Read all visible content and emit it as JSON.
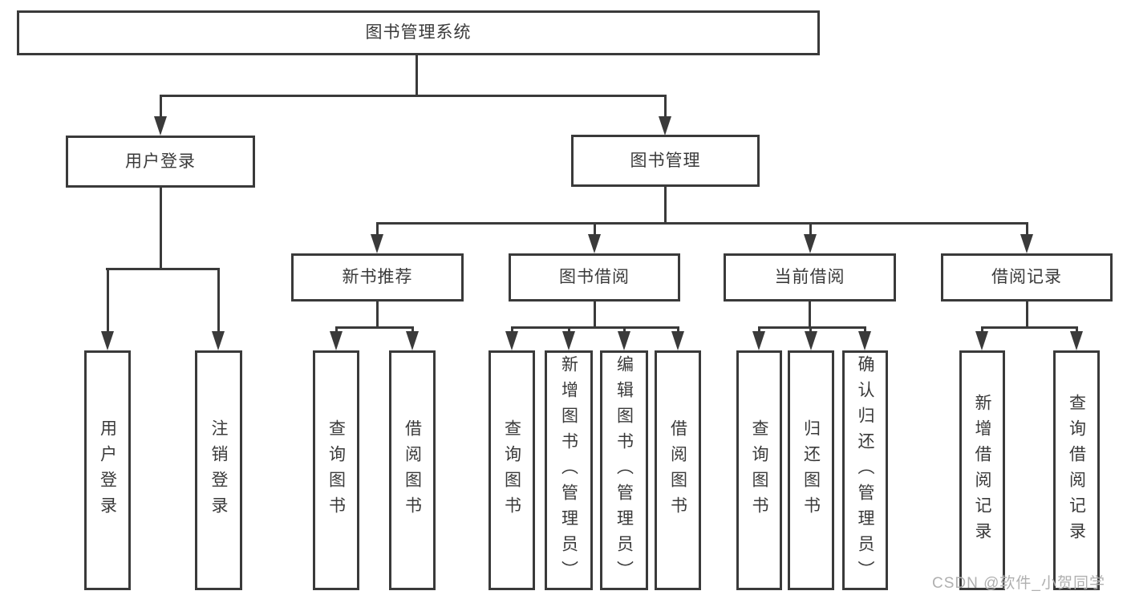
{
  "diagram": {
    "title": "图书管理系统",
    "type": "functional-structure-tree"
  },
  "nodes": {
    "root": {
      "label": "图书管理系统"
    },
    "user_login": {
      "label": "用户登录"
    },
    "book_mgmt": {
      "label": "图书管理"
    },
    "new_book_rec": {
      "label": "新书推荐"
    },
    "book_borrow": {
      "label": "图书借阅"
    },
    "current_borrow": {
      "label": "当前借阅"
    },
    "borrow_records": {
      "label": "借阅记录"
    },
    "leaf_user_login": {
      "label": "用户登录"
    },
    "leaf_logout": {
      "label": "注销登录"
    },
    "leaf_query_book_rec": {
      "label": "查询图书"
    },
    "leaf_borrow_book_rec": {
      "label": "借阅图书"
    },
    "leaf_query_book_borrow": {
      "label": "查询图书"
    },
    "leaf_add_book": {
      "label": "新增图书（管理员）"
    },
    "leaf_edit_book": {
      "label": "编辑图书（管理员）"
    },
    "leaf_borrow_book_borrow": {
      "label": "借阅图书"
    },
    "leaf_query_book_current": {
      "label": "查询图书"
    },
    "leaf_return_book": {
      "label": "归还图书"
    },
    "leaf_confirm_return": {
      "label": "确认归还（管理员）"
    },
    "leaf_add_record": {
      "label": "新增借阅记录"
    },
    "leaf_query_record": {
      "label": "查询借阅记录"
    }
  },
  "hierarchy": {
    "图书管理系统": {
      "用户登录": [
        "用户登录",
        "注销登录"
      ],
      "图书管理": {
        "新书推荐": [
          "查询图书",
          "借阅图书"
        ],
        "图书借阅": [
          "查询图书",
          "新增图书（管理员）",
          "编辑图书（管理员）",
          "借阅图书"
        ],
        "当前借阅": [
          "查询图书",
          "归还图书",
          "确认归还（管理员）"
        ],
        "借阅记录": [
          "新增借阅记录",
          "查询借阅记录"
        ]
      }
    }
  },
  "watermark": {
    "text": "CSDN @软件_小贺同学"
  },
  "colors": {
    "line": "#3a3a3a",
    "text": "#3a3a3a",
    "bg": "#ffffff",
    "box_fill": "#ffffff",
    "watermark": "#b0b0b0"
  }
}
